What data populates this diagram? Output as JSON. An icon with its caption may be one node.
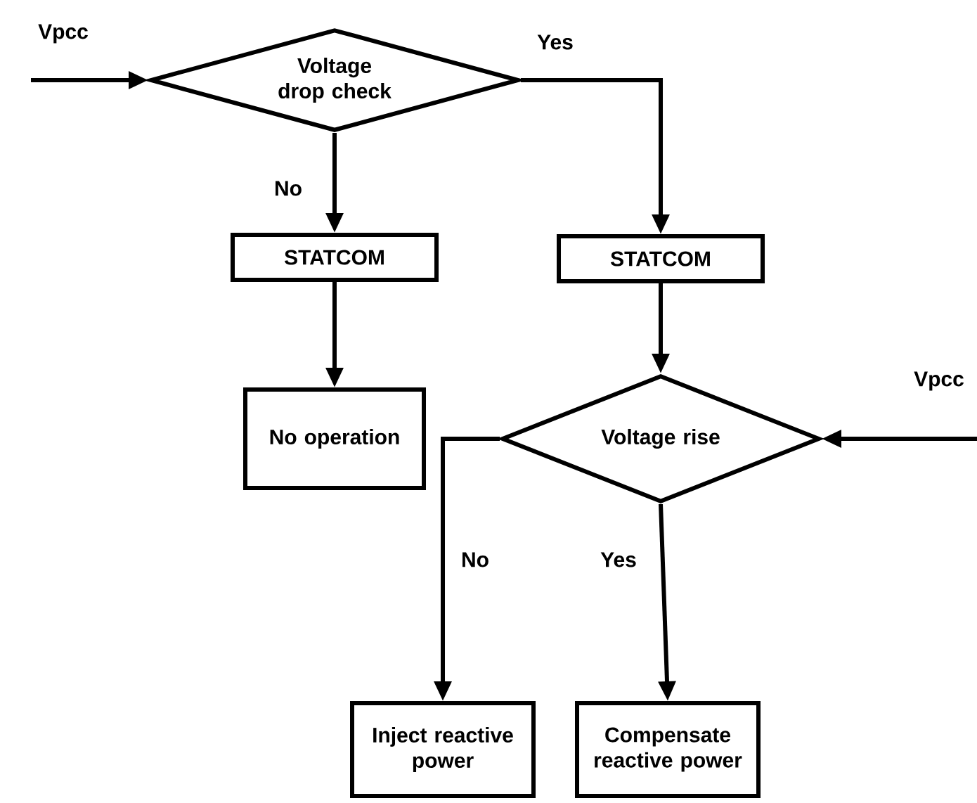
{
  "diagram": {
    "nodes": [
      {
        "text": [
          "Voltage drop check"
        ]
      },
      {
        "text": [
          "STATCOM"
        ]
      },
      {
        "text": [
          "STATCOM"
        ]
      },
      {
        "text": [
          "No operation"
        ]
      },
      {
        "text": [
          "Voltage rise"
        ]
      },
      {
        "text": [
          "Inject reactive power"
        ]
      },
      {
        "text": [
          "Compensate reactive power"
        ]
      }
    ],
    "edges": [
      {
        "from": null,
        "to": 0,
        "arrow": "to",
        "label": "Vpcc"
      },
      {
        "from": 0,
        "to": 2,
        "arrow": "to",
        "label": "Yes"
      },
      {
        "from": 0,
        "to": 1,
        "arrow": "to",
        "label": "No"
      },
      {
        "from": 1,
        "to": 3,
        "arrow": "to"
      },
      {
        "from": 2,
        "to": 4,
        "arrow": "to"
      },
      {
        "from": null,
        "to": 4,
        "arrow": "to",
        "label": "Vpcc"
      },
      {
        "from": 4,
        "to": 5,
        "arrow": "to",
        "label": "No"
      },
      {
        "from": 4,
        "to": 6,
        "arrow": "to",
        "label": "Yes"
      }
    ]
  }
}
